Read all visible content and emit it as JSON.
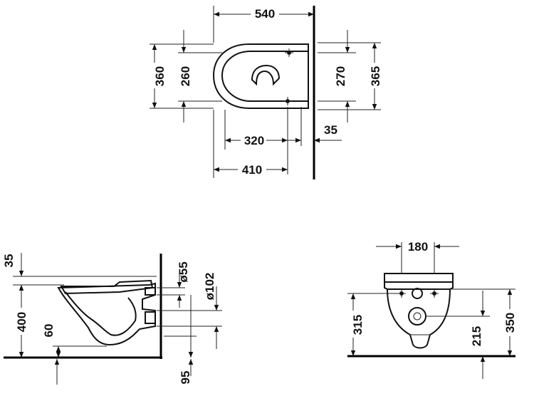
{
  "top_view": {
    "dim_width": "540",
    "dim_bowl_length": "410",
    "dim_inner_length": "320",
    "dim_wall_offset": "35",
    "dim_height_outer_left": "360",
    "dim_height_inner_left": "260",
    "dim_height_inner_right": "270",
    "dim_height_outer_right": "365"
  },
  "side_view": {
    "dim_top": "35",
    "dim_height": "400",
    "dim_floor_outlet": "60",
    "dim_inlet_diameter": "ø55",
    "dim_outlet_diameter": "ø102",
    "dim_bottom": "95"
  },
  "front_view": {
    "dim_width": "180",
    "dim_left_height": "315",
    "dim_outlet_height": "215",
    "dim_total_height": "350"
  }
}
